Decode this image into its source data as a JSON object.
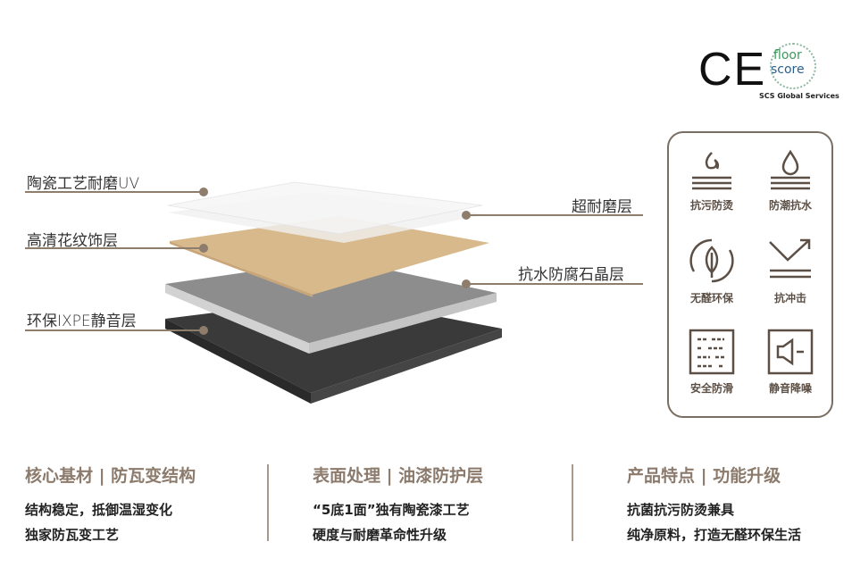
{
  "certifications": {
    "ce": "CE",
    "floorscore_line1": "floor",
    "floorscore_line2": "score",
    "floorscore_sub": "SCS Global Services"
  },
  "layers_left": [
    {
      "label": "陶瓷工艺耐磨UV"
    },
    {
      "label": "高清花纹饰层"
    },
    {
      "label": "环保IXPE静音层"
    }
  ],
  "layers_right": [
    {
      "label": "超耐磨层"
    },
    {
      "label": "抗水防腐石晶层"
    }
  ],
  "features": [
    {
      "icon": "fire-icon",
      "label": "抗污防烫"
    },
    {
      "icon": "water-drop-icon",
      "label": "防潮抗水"
    },
    {
      "icon": "leaf-recycle-icon",
      "label": "无醛环保"
    },
    {
      "icon": "impact-arrow-icon",
      "label": "抗冲击"
    },
    {
      "icon": "anti-slip-texture-icon",
      "label": "安全防滑"
    },
    {
      "icon": "speaker-mute-icon",
      "label": "静音降噪"
    }
  ],
  "columns": [
    {
      "title": "核心基材 | 防瓦变结构",
      "lines": [
        "结构稳定，抵御温湿变化",
        "独家防瓦变工艺"
      ]
    },
    {
      "title": "表面处理 | 油漆防护层",
      "lines": [
        "“5底1面”独有陶瓷漆工艺",
        "硬度与耐磨革命性升级"
      ]
    },
    {
      "title": "产品特点 | 功能升级",
      "lines": [
        "抗菌抗污防烫兼具",
        "纯净原料，打造无醛环保生活"
      ]
    }
  ],
  "colors": {
    "accent": "#8c7b6c",
    "icon": "#5c4f45",
    "wood": "#d8b98c"
  }
}
